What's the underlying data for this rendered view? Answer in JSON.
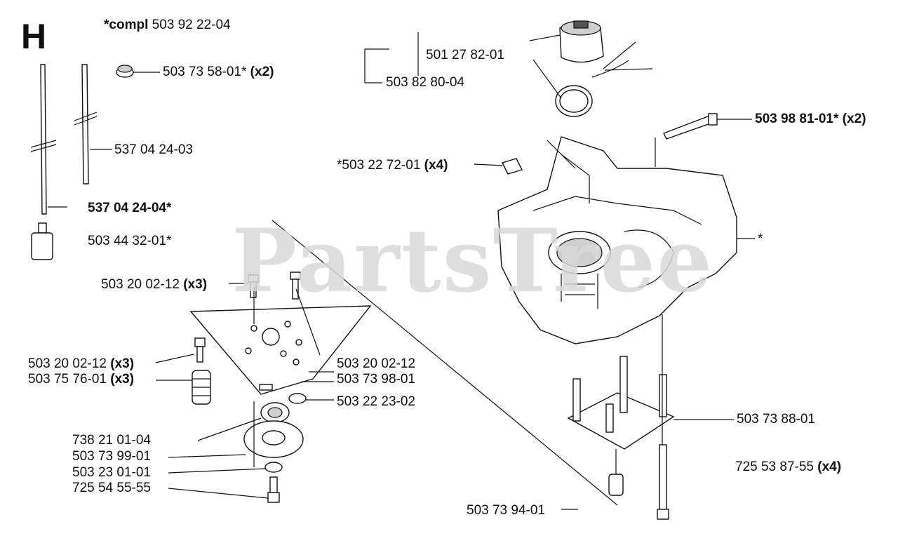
{
  "diagram": {
    "section_letter": "H",
    "watermark": "PartsTree",
    "labels": {
      "compl": {
        "prefix": "*compl",
        "number": "503 92 22-04"
      },
      "grommet": {
        "number": "503 73 58-01*",
        "qty": "(x2)"
      },
      "hose_short": {
        "number": "537 04 24-03"
      },
      "hose_long": {
        "number": "537 04 24-04*"
      },
      "filter": {
        "number": "503 44 32-01*"
      },
      "cap": {
        "number": "501 27 82-01"
      },
      "cap_kit": {
        "number": "503 82 80-04"
      },
      "screw_top": {
        "number": "503 98 81-01*",
        "qty": "(x2)"
      },
      "nut": {
        "number": "*503 22 72-01",
        "qty": "(x4)"
      },
      "housing": {
        "number": "*"
      },
      "screw_plate": {
        "number": "503 20 02-12",
        "qty": "(x3)"
      },
      "screw_left": {
        "number": "503 20 02-12",
        "qty": "(x3)"
      },
      "buffer_left": {
        "number": "503 75 76-01",
        "qty": "(x3)"
      },
      "screw_right": {
        "number": "503 20 02-12"
      },
      "spring_right": {
        "number": "503 73 98-01"
      },
      "washer_right": {
        "number": "503 22 23-02"
      },
      "bearing": {
        "number": "738 21 01-04"
      },
      "flange": {
        "number": "503 73 99-01"
      },
      "washer": {
        "number": "503 23 01-01"
      },
      "bolt": {
        "number": "725 54 55-55"
      },
      "mount": {
        "number": "503 73 88-01"
      },
      "bolt_long": {
        "number": "725 53 87-55",
        "qty": "(x4)"
      },
      "sleeve": {
        "number": "503 73 94-01"
      }
    }
  }
}
